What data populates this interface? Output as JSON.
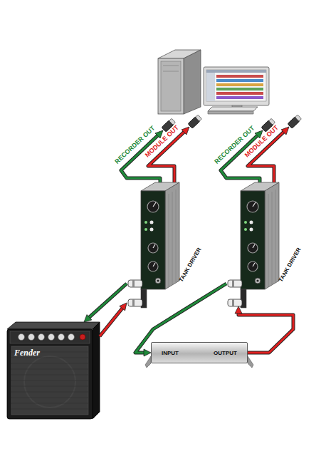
{
  "diagram": {
    "nodes": [
      {
        "text": [
          "TANK DRIVER"
        ]
      },
      {
        "text": [
          "TANK DRIVER"
        ]
      },
      {
        "text": [
          "Fender"
        ]
      },
      {
        "text": [
          "INPUT",
          "OUTPUT"
        ]
      }
    ],
    "edges": [
      {
        "from": 0,
        "to": 2,
        "arrow": "to"
      },
      {
        "from": 2,
        "to": 0,
        "arrow": "to"
      },
      {
        "from": 1,
        "to": 3,
        "arrow": "to"
      },
      {
        "from": 3,
        "to": 1,
        "arrow": "to"
      }
    ],
    "labels": [
      "RECORDER OUT",
      "MODULE OUT",
      "RECORDER OUT",
      "MODULE OUT"
    ]
  }
}
